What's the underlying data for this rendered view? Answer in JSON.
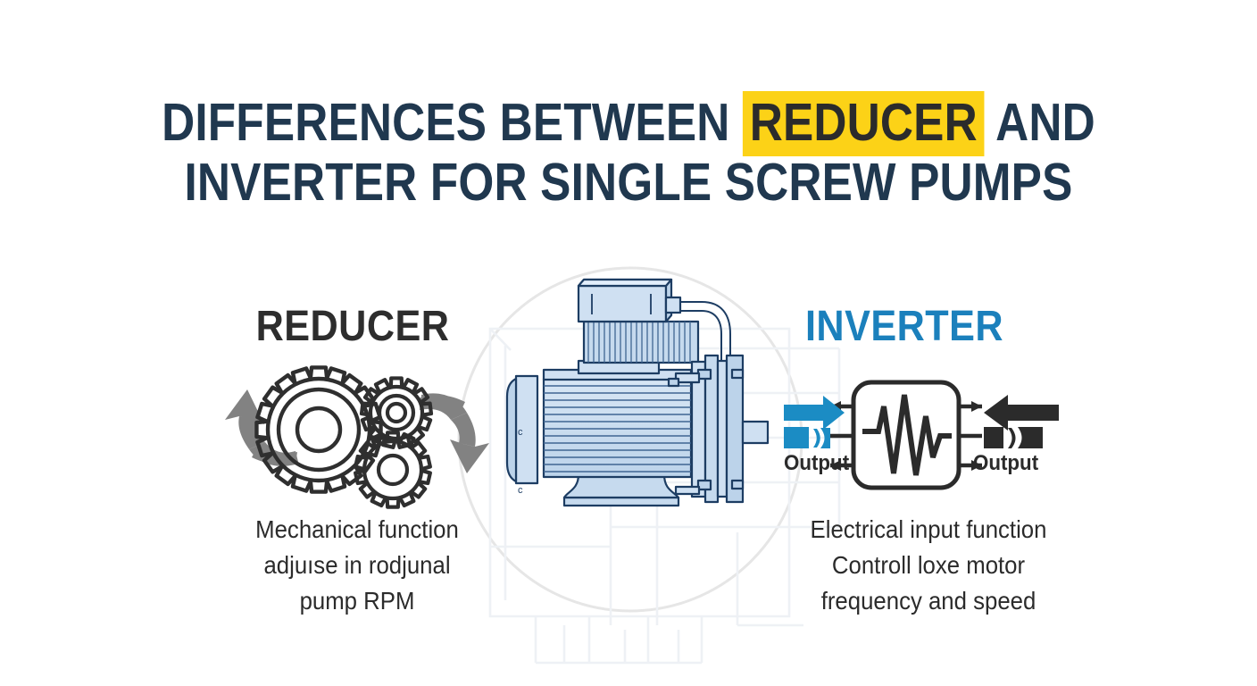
{
  "title": {
    "line1_pre": "DIFFERENCES BETWEEN ",
    "line1_highlight": "REDUCER",
    "line1_post": " AND",
    "line2": "INVERTER FOR SINGLE SCREW PUMPS"
  },
  "left_column": {
    "heading": "REDUCER",
    "icon": "three-gears-icon",
    "arrow_left": "curved-arrow-up-left",
    "arrow_right": "curved-arrow-down-right",
    "caption_line1": "Mechanical function",
    "caption_line2": "adjuıse in rodjunal",
    "caption_line3": "pump RPM"
  },
  "right_column": {
    "heading": "INVERTER",
    "icon": "waveform-box-icon",
    "output_left_label": "Output",
    "output_right_label": "Output",
    "caption_line1": "Electrical input function",
    "caption_line2": "Controll loxe motor",
    "caption_line3": "frequency and speed"
  },
  "center": {
    "illustration": "electric-motor-illustration",
    "backdrop": "faint-circle-backdrop",
    "ghost": "ghost-technical-drawing"
  },
  "colors": {
    "title_navy": "#20384f",
    "highlight_yellow": "#fcd217",
    "inverter_blue": "#1b80bc",
    "accent_blue": "#1b8cc4",
    "dark_ink": "#2b2b2b",
    "gear_gray": "#808080",
    "motor_fill": "#c6daee",
    "motor_stroke": "#1d3d63",
    "background": "#ffffff"
  }
}
